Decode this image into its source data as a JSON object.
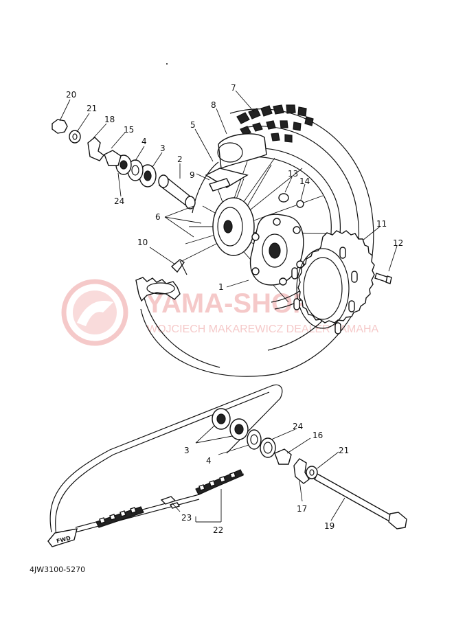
{
  "diagram": {
    "part_code": "4JW3100-5270",
    "fwd_label": "FWD",
    "callouts_top": [
      "20",
      "21",
      "18",
      "15",
      "4",
      "3",
      "24",
      "2",
      "5",
      "8",
      "7",
      "9",
      "13",
      "14",
      "6",
      "10",
      "1",
      "11",
      "12"
    ],
    "callouts_bottom": [
      "3",
      "4",
      "24",
      "16",
      "21",
      "23",
      "22",
      "17",
      "19"
    ]
  },
  "watermark": {
    "title": "YAMA-SHOP.PL",
    "subtitle": "WOJCIECH MAKAREWICZ DEALER YAMAHA",
    "color": "#f2b8b8",
    "logo_icon": "yamaha-shop-logo-icon"
  }
}
